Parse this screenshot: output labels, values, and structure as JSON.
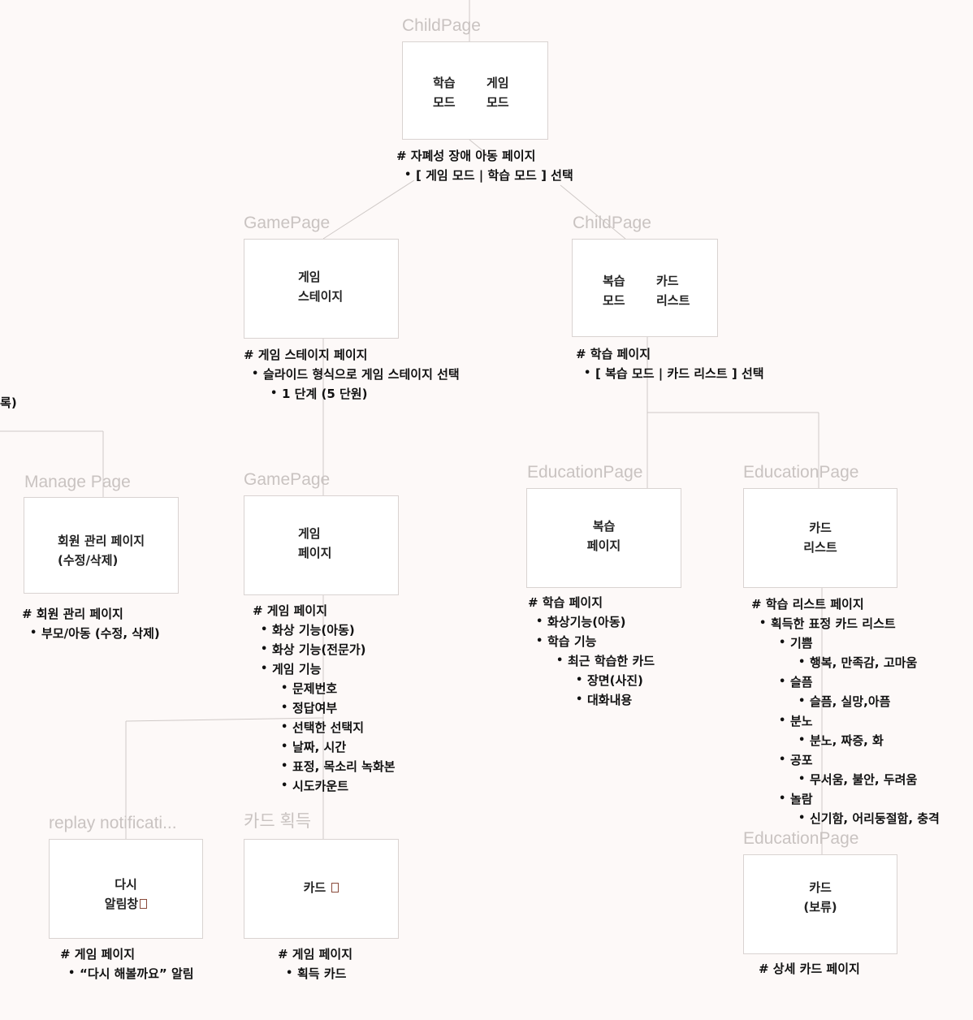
{
  "frames": {
    "child_main": {
      "title": "ChildPage",
      "left_text": "학습\n모드",
      "right_text": "게임\n모드"
    },
    "game_stage": {
      "title": "GamePage",
      "text": "게임\n스테이지"
    },
    "child_review": {
      "title": "ChildPage",
      "left_text": "복습\n모드",
      "right_text": "카드\n리스트"
    },
    "manage": {
      "title": "Manage Page",
      "text": "회원 관리 페이지\n(수정/삭제)"
    },
    "game_page": {
      "title": "GamePage",
      "text": "게임\n페이지"
    },
    "review_page": {
      "title": "EducationPage",
      "text": "복습\n페이지"
    },
    "card_list": {
      "title": "EducationPage",
      "text": "카드\n리스트"
    },
    "replay": {
      "title": "replay notificati...",
      "text_line1": "다시",
      "text_line2": "알림창"
    },
    "card_get": {
      "title": "카드 획득",
      "text": "카드"
    },
    "card_hold": {
      "title": "EducationPage",
      "text": "카드\n(보류)"
    }
  },
  "notes": {
    "child_main": {
      "heading": "# 자폐성 장애 아동 페이지",
      "items": [
        "[ 게임 모드 | 학습 모드 ] 선택"
      ]
    },
    "game_stage": {
      "heading": "# 게임 스테이지 페이지",
      "item": "슬라이드 형식으로 게임 스테이지 선택",
      "sub": "1 단계 (5 단원)"
    },
    "child_review": {
      "heading": "# 학습 페이지",
      "item": "[ 복습 모드 | 카드 리스트 ] 선택"
    },
    "partial_left": ")",
    "partial_left_prefix": "록",
    "manage": {
      "heading": "# 회원 관리 페이지",
      "item": "부모/아동 (수정, 삭제)"
    },
    "game_page": {
      "heading": "# 게임 페이지",
      "items": [
        "화상 기능(아동)",
        "화상 기능(전문가)",
        "게임 기능"
      ],
      "sub_items": [
        "문제번호",
        "정답여부",
        "선택한 선택지",
        "날짜, 시간",
        "표정, 목소리 녹화본",
        "시도카운트"
      ]
    },
    "review_page": {
      "heading": "# 학습 페이지",
      "items": [
        "화상기능(아동)",
        "학습 기능"
      ],
      "sub": "최근 학습한 카드",
      "sub_sub": [
        "장면(사진)",
        "대화내용"
      ]
    },
    "card_list": {
      "heading": "# 학습 리스트 페이지",
      "item": "획득한 표정 카드 리스트",
      "emotions": [
        {
          "name": "기쁨",
          "words": "행복, 만족감, 고마움"
        },
        {
          "name": "슬픔",
          "words": "슬픔, 실망,아픔"
        },
        {
          "name": "분노",
          "words": "분노, 짜증, 화"
        },
        {
          "name": "공포",
          "words": "무서움, 불안, 두려움"
        },
        {
          "name": "놀람",
          "words": "신기함, 어리둥절함, 충격"
        }
      ]
    },
    "replay": {
      "heading": "# 게임 페이지",
      "item": "“다시 해볼까요” 알림"
    },
    "card_get": {
      "heading": "# 게임 페이지",
      "item": "획득 카드"
    },
    "card_hold": {
      "heading": "# 상세 카드 페이지"
    }
  }
}
